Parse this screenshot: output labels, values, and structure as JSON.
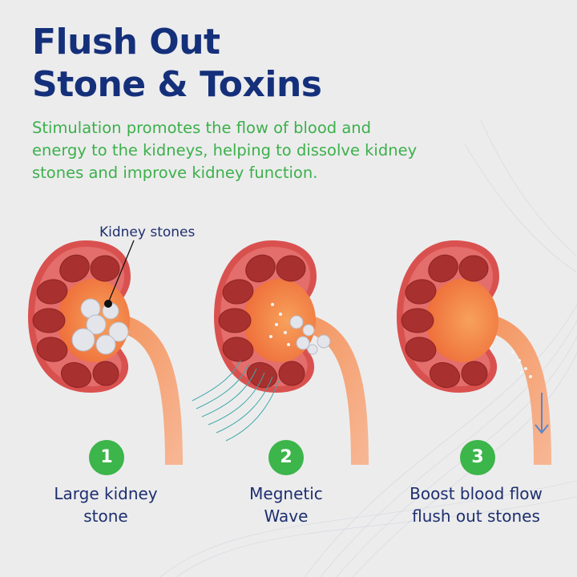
{
  "title": {
    "line1": "Flush Out",
    "line2": "Stone & Toxins"
  },
  "subtitle": {
    "line1": "Stimulation promotes the flow of blood and",
    "line2": "energy to the kidneys, helping to dissolve kidney",
    "line3": "stones and improve kidney function."
  },
  "callout": "Kidney stones",
  "steps": [
    {
      "number": "1",
      "line1": "Large kidney",
      "line2": "stone"
    },
    {
      "number": "2",
      "line1": "Megnetic",
      "line2": "Wave"
    },
    {
      "number": "3",
      "line1": "Boost blood flow",
      "line2": "flush out stones"
    }
  ],
  "colors": {
    "title": "#15307a",
    "subtitle": "#3cb04a",
    "badge": "#3cb54a",
    "label": "#1e2f6e",
    "kidney": "#d9514f",
    "pyramid": "#a8302e",
    "cavity": "#f07a3c",
    "ureter": "#f5b08c"
  }
}
